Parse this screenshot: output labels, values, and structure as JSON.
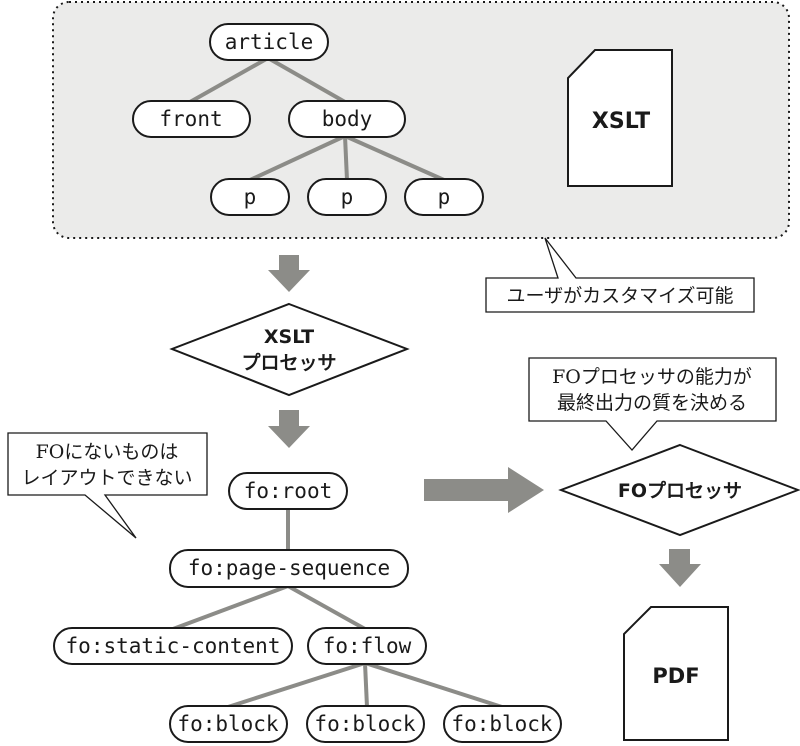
{
  "source_tree": {
    "root": "article",
    "front": "front",
    "body": "body",
    "p1": "p",
    "p2": "p",
    "p3": "p"
  },
  "xslt_doc": "XSLT",
  "xslt_processor": [
    "XSLT",
    "プロセッサ"
  ],
  "fo_processor": "FOプロセッサ",
  "pdf_doc": "PDF",
  "fo_tree": {
    "root": "fo:root",
    "page_sequence": "fo:page-sequence",
    "static_content": "fo:static-content",
    "flow": "fo:flow",
    "block1": "fo:block",
    "block2": "fo:block",
    "block3": "fo:block"
  },
  "callouts": {
    "customizable": "ユーザがカスタマイズ可能",
    "fo_quality": [
      "FOプロセッサの能力が",
      "最終出力の質を決める"
    ],
    "fo_layout": [
      "FOにないものは",
      "レイアウトできない"
    ]
  },
  "colors": {
    "panel_bg": "#ebebea",
    "connector": "#8c8c88",
    "stroke": "#1a1a1a"
  }
}
